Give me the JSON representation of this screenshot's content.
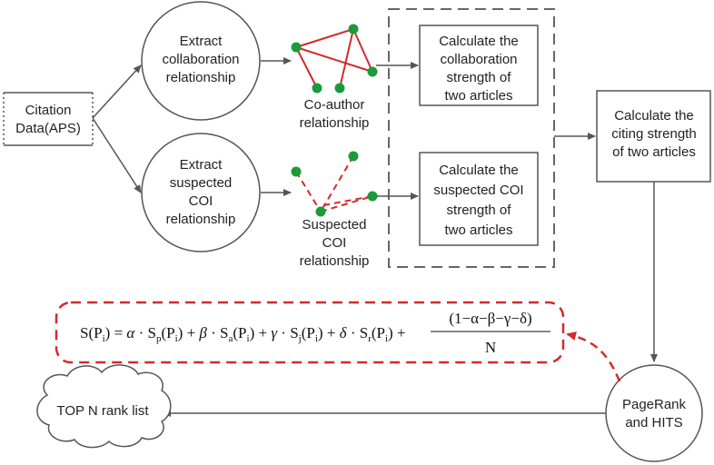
{
  "nodes": {
    "citation": [
      "Citation",
      "Data(APS)"
    ],
    "extract_collab": [
      "Extract",
      "collaboration",
      "relationship"
    ],
    "extract_coi": [
      "Extract",
      "suspected",
      "COI",
      "relationship"
    ],
    "coauthor_label": [
      "Co-author",
      "relationship"
    ],
    "suspected_coi_label": [
      "Suspected",
      "COI",
      "relationship"
    ],
    "calc_collab": [
      "Calculate the",
      "collaboration",
      "strength of",
      "two articles"
    ],
    "calc_coi": [
      "Calculate the",
      "suspected COI",
      "strength of",
      "two articles"
    ],
    "calc_citing": [
      "Calculate the",
      "citing strength",
      "of two articles"
    ],
    "pagerank": [
      "PageRank",
      "and HITS"
    ],
    "top_n": "TOP N rank list"
  },
  "formula": {
    "lhs": "S(P",
    "lhs_sub": "i",
    "rhs": "= α·S",
    "terms": [
      "p",
      "a",
      "j",
      "r"
    ],
    "numerator": "(1−α−β−γ−δ)",
    "denominator": "N"
  },
  "colors": {
    "node_stroke": "#555555",
    "arrow": "#555555",
    "graph_node": "#1a9a3a",
    "graph_edge": "#d42a2a",
    "dashed_red": "#d42a2a",
    "dashed_gray": "#666666"
  }
}
